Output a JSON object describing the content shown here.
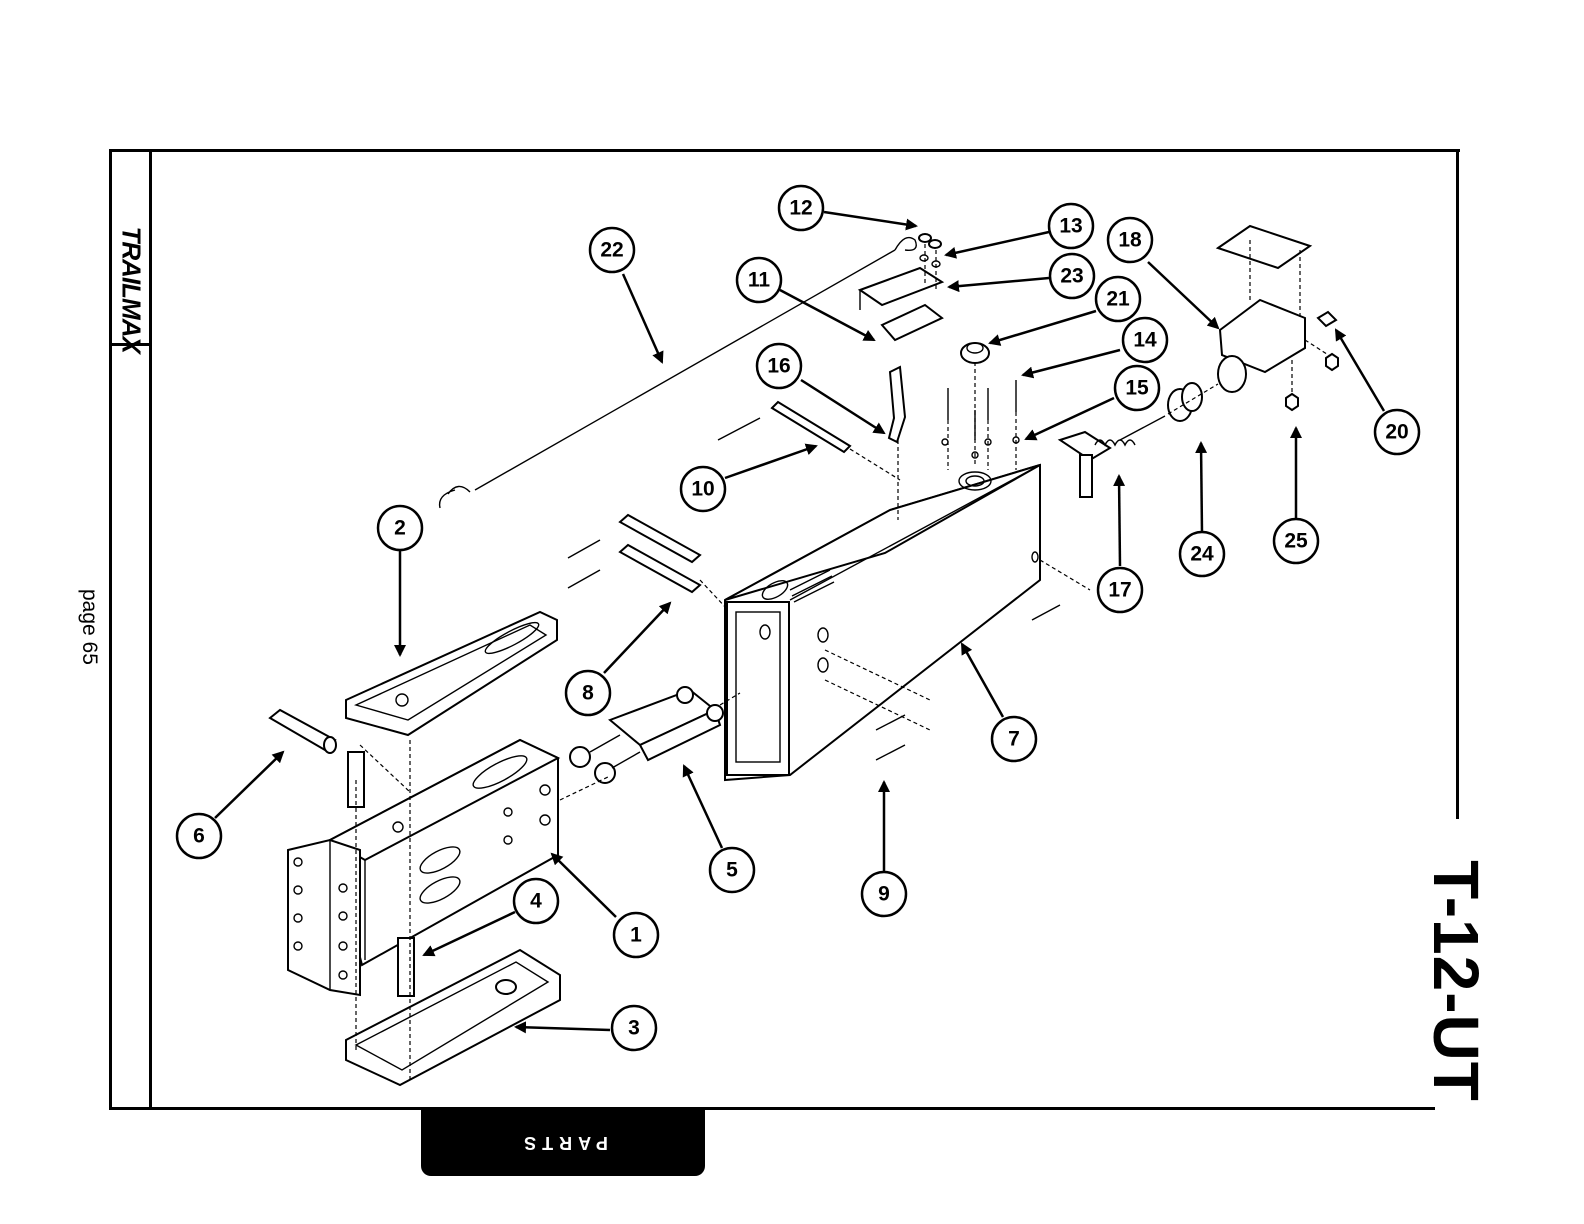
{
  "brand": "TRAILMAX",
  "page_label": "page 65",
  "model": "T-12-UT",
  "section_tab": "PARTS",
  "callouts": [
    "1",
    "2",
    "3",
    "4",
    "5",
    "6",
    "7",
    "8",
    "9",
    "10",
    "11",
    "12",
    "13",
    "14",
    "15",
    "16",
    "17",
    "18",
    "20",
    "21",
    "22",
    "23",
    "24",
    "25"
  ]
}
